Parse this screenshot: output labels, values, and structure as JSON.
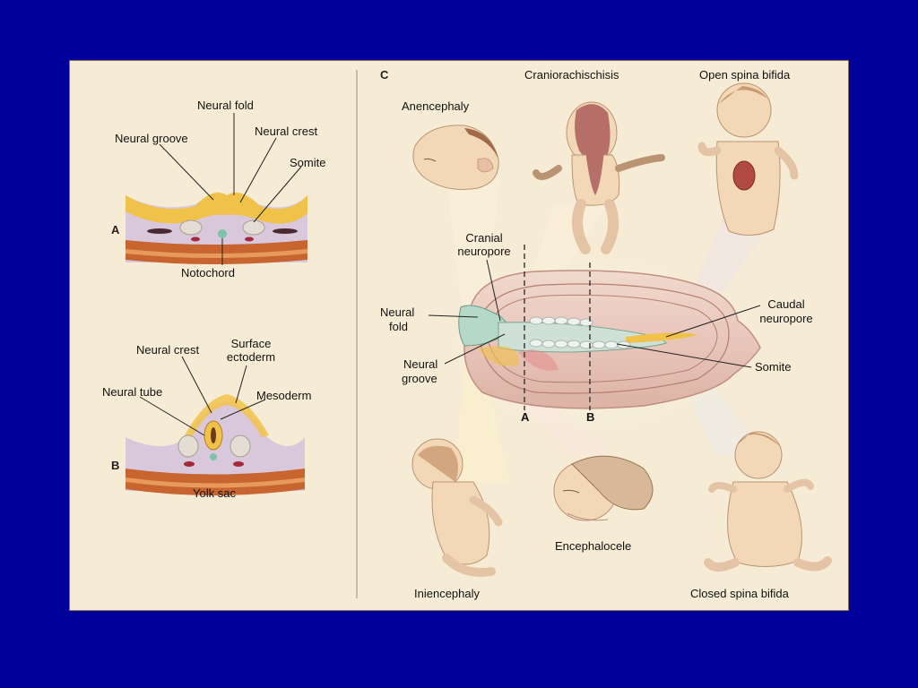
{
  "colors": {
    "slide_background": "#00009a",
    "panel_background": "#f6ecd6",
    "neural_plate": "#f1c24a",
    "mesoderm": "#c9b6cf",
    "endoderm": "#b8793a",
    "notochord": "#7cc3a8",
    "yolk_sac_wall": "#c8642f",
    "skin": "#f3d8b8"
  },
  "panel_a": {
    "letter": "A",
    "labels": {
      "neural_fold": "Neural fold",
      "neural_groove": "Neural groove",
      "neural_crest": "Neural crest",
      "somite": "Somite",
      "notochord": "Notochord"
    }
  },
  "panel_b": {
    "letter": "B",
    "labels": {
      "neural_crest": "Neural crest",
      "surface_ectoderm_1": "Surface",
      "surface_ectoderm_2": "ectoderm",
      "neural_tube": "Neural tube",
      "mesoderm": "Mesoderm",
      "yolk_sac": "Yolk sac"
    }
  },
  "panel_c": {
    "letter": "C",
    "labels": {
      "cranial_neuropore_1": "Cranial",
      "cranial_neuropore_2": "neuropore",
      "neural_fold_1": "Neural",
      "neural_fold_2": "fold",
      "neural_groove_1": "Neural",
      "neural_groove_2": "groove",
      "caudal_neuropore_1": "Caudal",
      "caudal_neuropore_2": "neuropore",
      "somite": "Somite",
      "section_a": "A",
      "section_b": "B"
    },
    "defects": {
      "anencephaly": "Anencephaly",
      "craniorachischisis": "Craniorachischisis",
      "open_spina_bifida": "Open spina bifida",
      "iniencephaly": "Iniencephaly",
      "encephalocele": "Encephalocele",
      "closed_spina_bifida": "Closed spina bifida"
    }
  }
}
